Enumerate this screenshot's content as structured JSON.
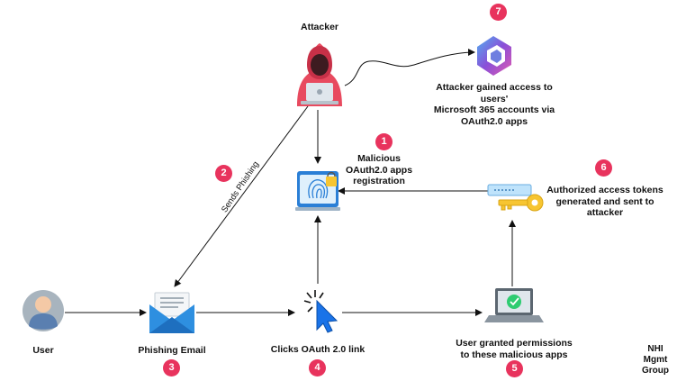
{
  "nodes": {
    "attacker": {
      "label": "Attacker"
    },
    "ms365": {
      "label": "Attacker gained access to users'\nMicrosoft 365 accounts via\nOAuth2.0 apps"
    },
    "app_registration": {
      "label": "Malicious\nOAuth2.0 apps\nregistration"
    },
    "tokens": {
      "label": "Authorized access tokens\ngenerated and sent to\nattacker"
    },
    "user": {
      "label": "User"
    },
    "phishing_email": {
      "label": "Phishing Email"
    },
    "click_link": {
      "label": "Clicks OAuth 2.0 link"
    },
    "permissions": {
      "label": "User granted permissions\nto these malicious apps"
    }
  },
  "edges": {
    "sends_phishing": {
      "label": "Sends Phishing"
    }
  },
  "badges": [
    "1",
    "2",
    "3",
    "4",
    "5",
    "6",
    "7"
  ],
  "watermark": "NHI\nMgmt\nGroup",
  "colors": {
    "badge": "#e8335d",
    "attacker_hood": "#e84a5f",
    "envelope": "#2e8fe0",
    "cursor": "#1a73e8",
    "key": "#f7c531",
    "check": "#2ecc71",
    "user_avatar": "#a8b4be"
  }
}
